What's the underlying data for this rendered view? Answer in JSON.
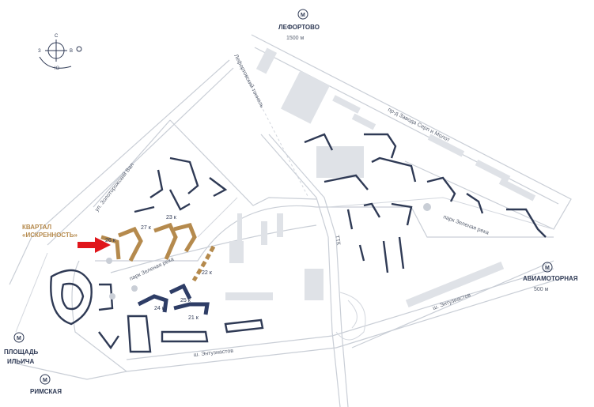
{
  "colors": {
    "accent_gold": "#b58a4d",
    "navy": "#2e3d66",
    "arrow": "#e0161b",
    "road": "#c9ced6",
    "building_gray": "#dfe2e7"
  },
  "compass": {
    "north": "С",
    "south": "Ю",
    "west": "З",
    "east": "В"
  },
  "metro": {
    "lefortovo": {
      "name": "ЛЕФОРТОВО",
      "distance": "1500 м",
      "icon": "M"
    },
    "aviamotornaya": {
      "name": "АВИАМОТОРНАЯ",
      "distance": "500 м",
      "icon": "M"
    },
    "ploshchad": {
      "name_line1": "ПЛОЩАДЬ",
      "name_line2": "ИЛЬИЧА",
      "icon": "M"
    },
    "rimskaya": {
      "name": "РИМСКАЯ",
      "icon": "M"
    }
  },
  "project": {
    "line1": "КВАРТАЛ",
    "line2": "«ИСКРЕННОСТЬ»"
  },
  "streets": {
    "lefortovo_tunnel": "Лефортовский тоннель",
    "serp_molot": "пр-д Завода Серп и Молот",
    "zelenaya_rekaa": "парк Зеленая река",
    "zelenaya_rekab": "парк Зеленая река",
    "zolotorozhsky": "ул. Золоторожский Вал",
    "entuziastov_a": "ш. Энтузиастов",
    "entuziastov_b": "ш. Энтузиастов",
    "ttk": "ТТК"
  },
  "buildings": {
    "b21": "21 к",
    "b22": "22 к",
    "b23": "23 к",
    "b24": "24 к",
    "b25": "25 к",
    "b26": "26 к",
    "b27": "27 к"
  }
}
